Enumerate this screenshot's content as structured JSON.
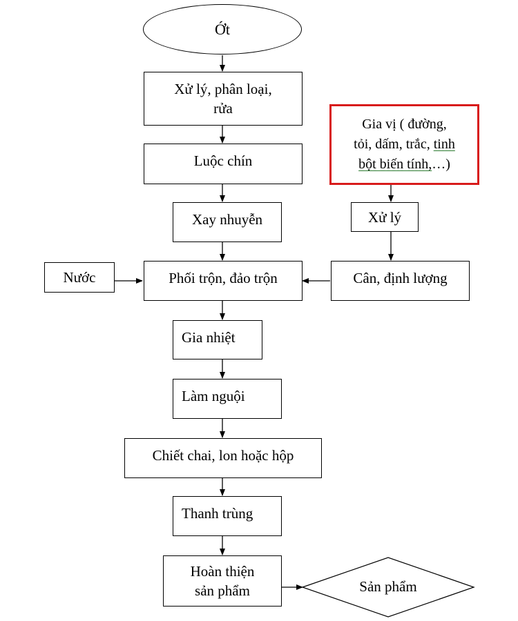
{
  "nodes": {
    "start": "Ớt",
    "xu_ly_phan_loai_1": "Xử lý, phân loại,",
    "xu_ly_phan_loai_2": "rửa",
    "luoc_chin": "Luộc chín",
    "xay_nhuyen": "Xay nhuyễn",
    "phoi_tron": "Phối trộn, đảo trộn",
    "nuoc": "Nước",
    "gia_nhiet": "Gia nhiệt",
    "lam_nguoi": "Làm nguội",
    "chiet_chai": "Chiết chai, lon hoặc hộp",
    "thanh_trung": "Thanh trùng",
    "hoan_thien_1": "Hoàn thiện",
    "hoan_thien_2": "sản phẩm",
    "san_pham": "Sản phẩm",
    "gia_vi_1": "Gia vị ( đường,",
    "gia_vi_2a": "tỏi, dấm, trắc, ",
    "gia_vi_2b": "tinh",
    "gia_vi_3a": "bột biến tính,",
    "gia_vi_3b": "…)",
    "xu_ly": "Xử lý",
    "can_dinh_luong": "Cân, định lượng"
  },
  "colors": {
    "highlight_border": "#d81b1b",
    "underline": "#2e7d32"
  }
}
